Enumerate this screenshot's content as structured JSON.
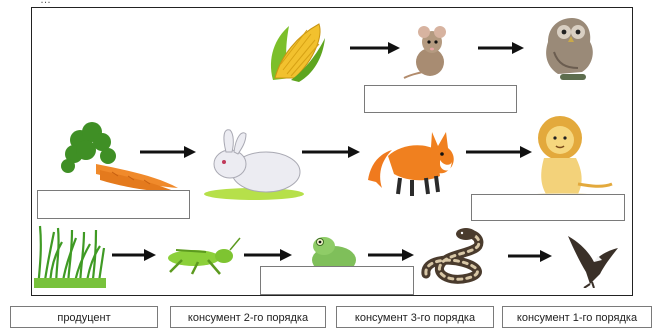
{
  "instruction_fragment": "…",
  "answer_chips": [
    "продуцент",
    "консумент 2-го порядка",
    "консумент 3-го порядка",
    "консумент 1-го порядка"
  ],
  "organisms": {
    "row1": [
      "corn-icon",
      "mouse-icon",
      "owl-icon"
    ],
    "row2": [
      "carrot-icon",
      "rabbit-icon",
      "fox-icon",
      "lion-icon"
    ],
    "row3": [
      "grass-icon",
      "grasshopper-icon",
      "frog-icon",
      "snake-icon",
      "eagle-icon"
    ]
  },
  "colors": {
    "border": "#222222",
    "drop_border": "#7a7a7a",
    "arrow": "#111111"
  }
}
